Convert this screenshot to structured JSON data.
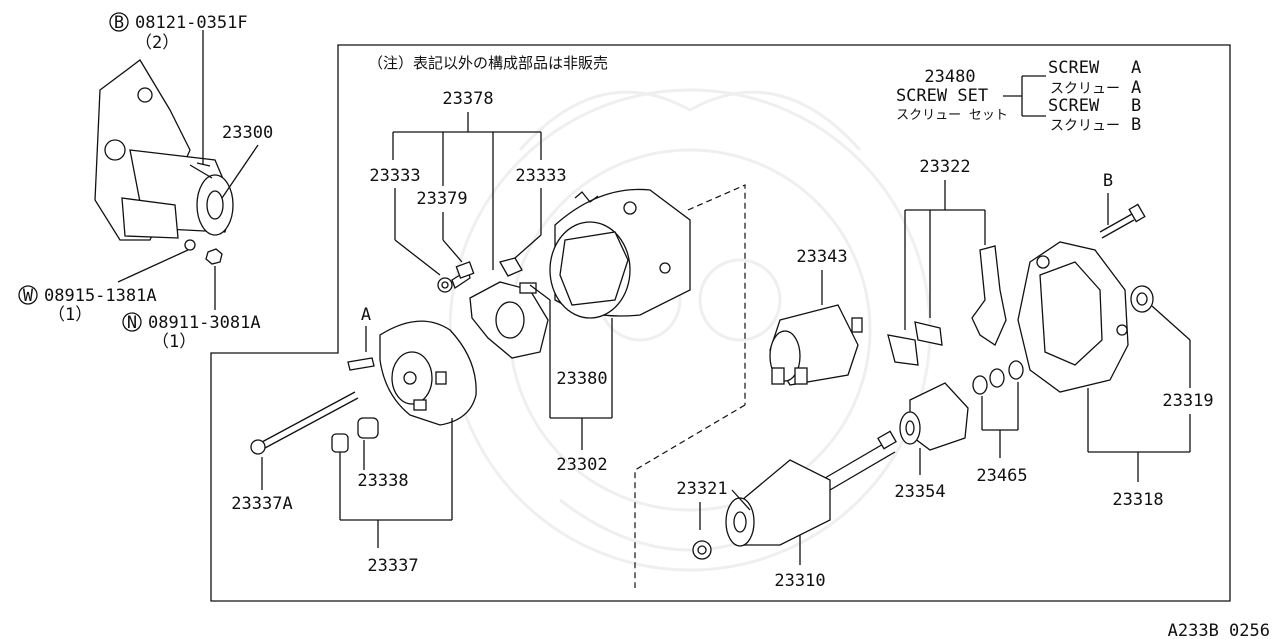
{
  "note": "（注）表記以外の構成部品は非販売",
  "diagram_code": "A233B 0256",
  "bolt_b": {
    "mark": "B",
    "number": "08121-0351F",
    "qty": "（2）"
  },
  "washer_w": {
    "mark": "W",
    "number": "08915-1381A",
    "qty": "（1）"
  },
  "nut_n": {
    "mark": "N",
    "number": "08911-3081A",
    "qty": "（1）"
  },
  "screw_set": {
    "number": "23480",
    "label": "SCREW SET",
    "label_jp": "スクリュー セット",
    "items": [
      {
        "name": "SCREW",
        "tag": "A"
      },
      {
        "name": "スクリュー",
        "tag": "A"
      },
      {
        "name": "SCREW",
        "tag": "B"
      },
      {
        "name": "スクリュー",
        "tag": "B"
      }
    ]
  },
  "marker_a": "A",
  "marker_b": "B",
  "parts": {
    "p23300": "23300",
    "p23378": "23378",
    "p23333_left": "23333",
    "p23333_right": "23333",
    "p23379": "23379",
    "p23380": "23380",
    "p23302": "23302",
    "p23337a": "23337A",
    "p23338": "23338",
    "p23337": "23337",
    "p23343": "23343",
    "p23322": "23322",
    "p23321": "23321",
    "p23310": "23310",
    "p23354": "23354",
    "p23465": "23465",
    "p23319": "23319",
    "p23318": "23318"
  }
}
